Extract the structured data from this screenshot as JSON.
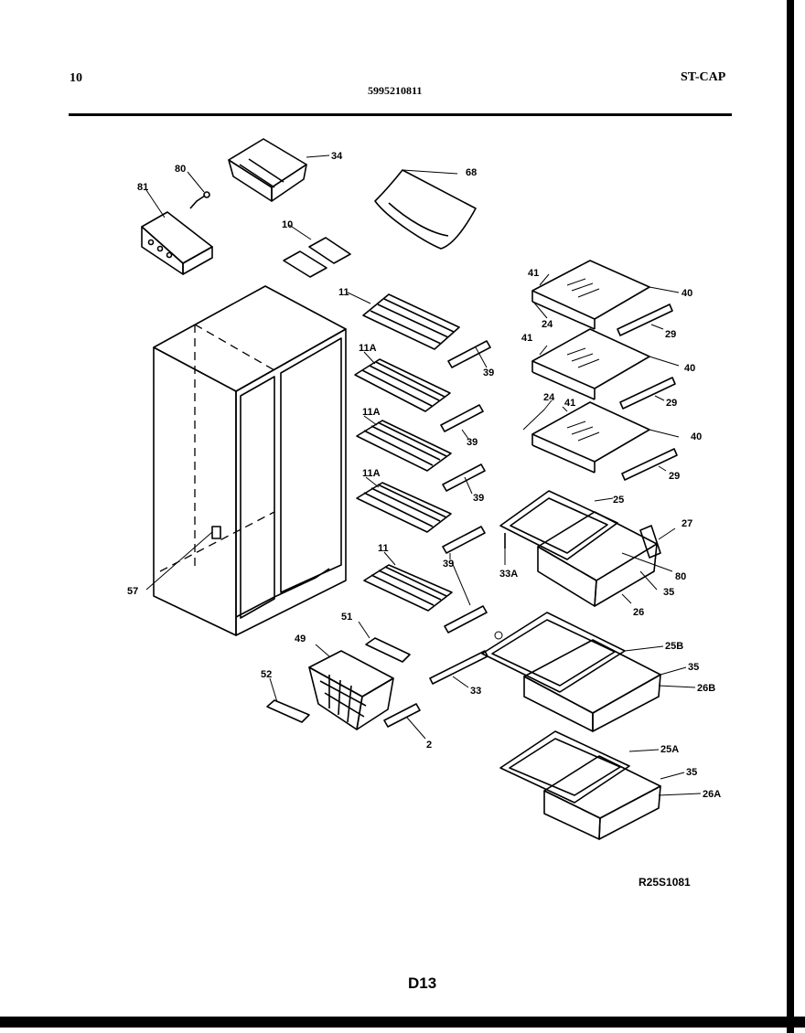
{
  "header": {
    "left": "10",
    "center": "5995210811",
    "right": "ST-CAP"
  },
  "labels": {
    "l34": "34",
    "l80a": "80",
    "l81": "81",
    "l68": "68",
    "l10": "10",
    "l11a": "11",
    "l11A1": "11A",
    "l11A2": "11A",
    "l11A3": "11A",
    "l11b": "11",
    "l39a": "39",
    "l39b": "39",
    "l39c": "39",
    "l39d": "39",
    "l41a": "41",
    "l41b": "41",
    "l41c": "41",
    "l24a": "24",
    "l24b": "24",
    "l40a": "40",
    "l40b": "40",
    "l40c": "40",
    "l29a": "29",
    "l29b": "29",
    "l29c": "29",
    "l25": "25",
    "l27": "27",
    "l33A": "33A",
    "l80b": "80",
    "l35a": "35",
    "l26": "26",
    "l57": "57",
    "l51": "51",
    "l49": "49",
    "l52": "52",
    "l2": "2",
    "l33": "33",
    "l25B": "25B",
    "l35b": "35",
    "l26B": "26B",
    "l25A": "25A",
    "l35c": "35",
    "l26A": "26A"
  },
  "footer": {
    "ref_code": "R25S1081",
    "page_code": "D13"
  }
}
